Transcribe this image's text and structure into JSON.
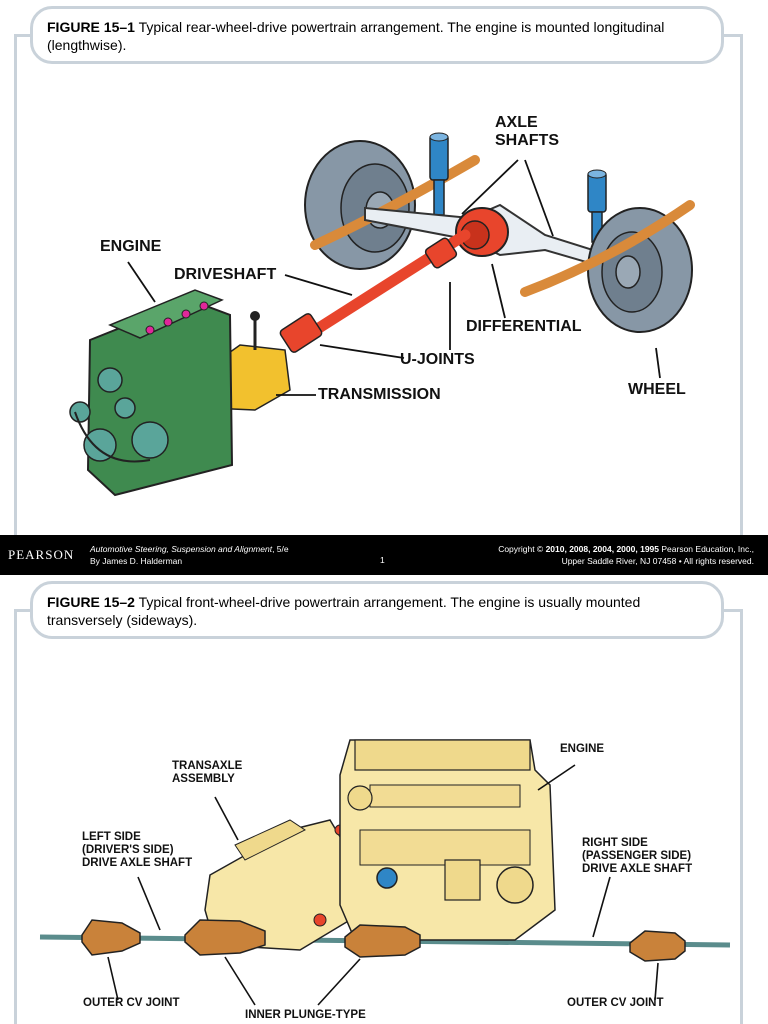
{
  "slide1": {
    "figure_number": "FIGURE 15–1",
    "caption": " Typical rear-wheel-drive powertrain arrangement. The engine is mounted longitudinal (lengthwise).",
    "labels": {
      "axle_shafts_line1": "AXLE",
      "axle_shafts_line2": "SHAFTS",
      "engine": "ENGINE",
      "driveshaft": "DRIVESHAFT",
      "differential": "DIFFERENTIAL",
      "u_joints": "U-JOINTS",
      "transmission": "TRANSMISSION",
      "wheel": "WHEEL"
    }
  },
  "footer": {
    "publisher": "PEARSON",
    "book_title": "Automotive Steering, Suspension and Alignment",
    "edition": ", 5/e",
    "author": "By James D. Halderman",
    "page_number": "1",
    "copyright_prefix": "Copyright © ",
    "copyright_years": "2010, 2008, 2004, 2000, 1995",
    "copyright_holder": " Pearson Education, Inc.,",
    "address": "Upper Saddle River, NJ 07458 • All rights reserved."
  },
  "slide2": {
    "figure_number": "FIGURE 15–2",
    "caption": " Typical front-wheel-drive powertrain arrangement. The engine is usually mounted transversely (sideways).",
    "labels": {
      "engine": "ENGINE",
      "transaxle_line1": "TRANSAXLE",
      "transaxle_line2": "ASSEMBLY",
      "left_side_line1": "LEFT SIDE",
      "left_side_line2": "(DRIVER'S SIDE)",
      "left_side_line3": "DRIVE AXLE SHAFT",
      "right_side_line1": "RIGHT SIDE",
      "right_side_line2": "(PASSENGER SIDE)",
      "right_side_line3": "DRIVE AXLE SHAFT",
      "outer_cv_left": "OUTER CV JOINT",
      "inner_plunge": "INNER PLUNGE-TYPE",
      "outer_cv_right": "OUTER CV JOINT"
    }
  },
  "colors": {
    "frame": "#c9d2da",
    "engine_green": "#3f8a4f",
    "transmission_yellow": "#f2c12e",
    "driveshaft_red": "#e8452c",
    "spring_orange": "#d98a3a",
    "shock_blue": "#2f86c6",
    "tire_gray": "#8797a6",
    "fwd_engine_cream": "#f7e7a8",
    "cv_boot_orange": "#c9823a",
    "shaft_teal": "#5a8c8c"
  }
}
